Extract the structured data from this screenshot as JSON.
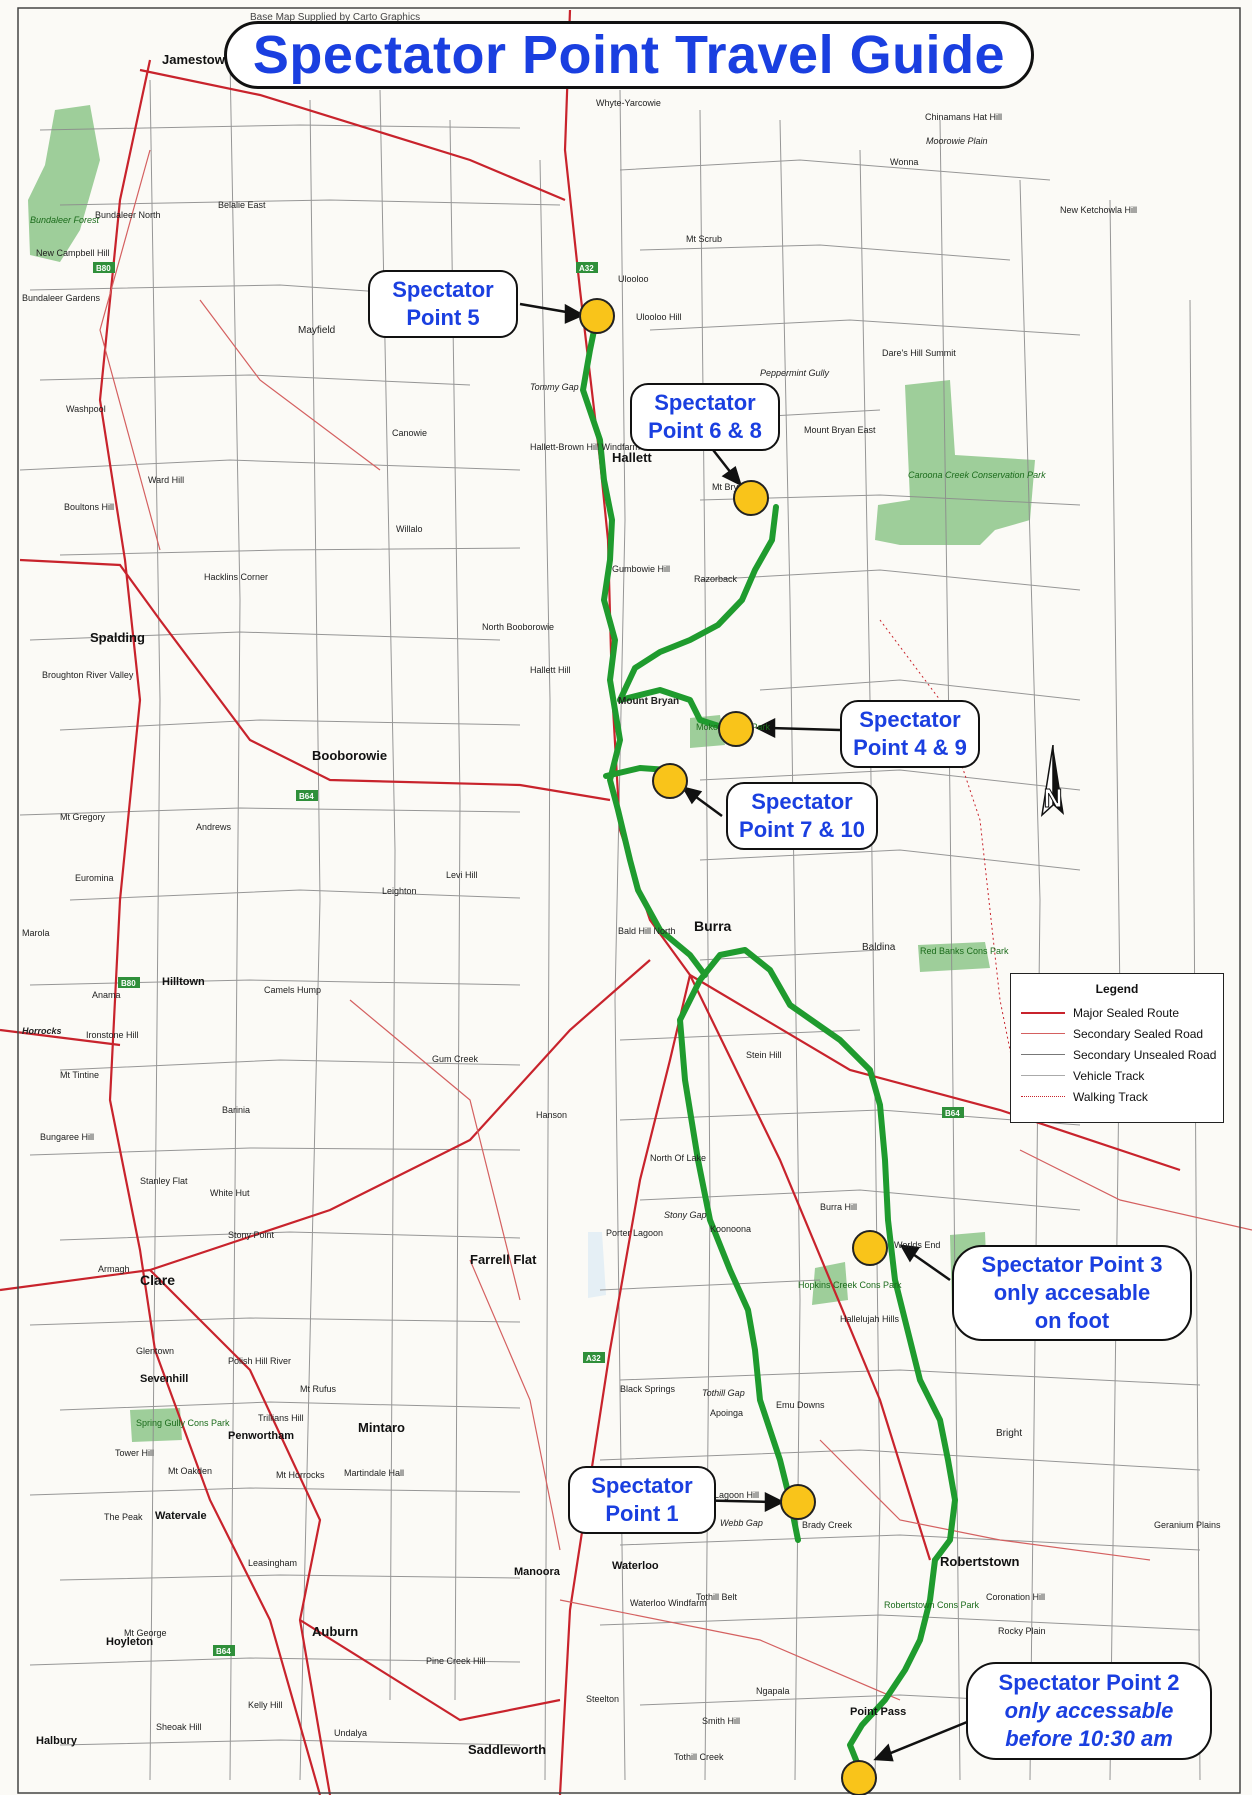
{
  "title": "Spectator Point Travel Guide",
  "credit": "Base Map Supplied by Carto Graphics",
  "callouts": {
    "sp5": [
      "Spectator",
      "Point 5"
    ],
    "sp68": [
      "Spectator",
      "Point 6 & 8"
    ],
    "sp49": [
      "Spectator",
      "Point 4 & 9"
    ],
    "sp710": [
      "Spectator",
      "Point 7 & 10"
    ],
    "sp3": [
      "Spectator Point 3",
      "only accesable",
      "on foot"
    ],
    "sp1": [
      "Spectator",
      "Point 1"
    ],
    "sp2": [
      "Spectator Point 2",
      "only accessable",
      "before 10:30 am"
    ]
  },
  "legend": {
    "title": "Legend",
    "items": [
      {
        "label": "Major Sealed Route",
        "color": "#c8232c",
        "style": "solid"
      },
      {
        "label": "Secondary Sealed Road",
        "color": "#d46060",
        "style": "solid"
      },
      {
        "label": "Secondary Unsealed Road",
        "color": "#777777",
        "style": "solid"
      },
      {
        "label": "Vehicle Track",
        "color": "#aaaaaa",
        "style": "solid"
      },
      {
        "label": "Walking Track",
        "color": "#c8232c",
        "style": "dotted"
      }
    ]
  },
  "north_label": "N",
  "route_badges": [
    "A32",
    "A32",
    "B80",
    "B80",
    "B64",
    "B64",
    "B64"
  ],
  "towns_major": [
    "Jamestown",
    "Hallett",
    "Spalding",
    "Booborowie",
    "Burra",
    "Clare",
    "Farrell Flat",
    "Mintaro",
    "Robertstown",
    "Auburn",
    "Saddleworth",
    "Manoora",
    "Waterloo",
    "Penwortham",
    "Sevenhill",
    "Watervale",
    "Hoyleton",
    "Halbury",
    "Hilltown",
    "Point Pass"
  ],
  "towns_minor": [
    "Whyte-Yarcowie",
    "Ulooloo",
    "Wonna",
    "Moorowie Plain",
    "Chinamans Hat Hill",
    "New Ketchowla Hill",
    "Mt Scrub",
    "Ulooloo Hill",
    "Dare's Hill Summit",
    "Peppermint Gully",
    "Mount Bryan East",
    "Mt Bryan",
    "Tommy Gap",
    "Hallett-Brown Hill Windfarm",
    "Canowie",
    "Mayfield",
    "Bundaleer Forest",
    "Bundaleer North",
    "New Campbell Hill",
    "Bundaleer Gardens",
    "Belalie East",
    "Washpool",
    "Ward Hill",
    "Boultons Hill",
    "Hacklins Corner",
    "Willalo",
    "Gumbowie Hill",
    "Razorback",
    "North Booborowie",
    "Hallett Hill",
    "Mount Bryan",
    "Mokota Cons Park",
    "Caroona Creek Conservation Park",
    "Broughton River Valley",
    "Andrews",
    "Mt Gregory",
    "Euromina",
    "Marola",
    "Levi Hill",
    "Leighton",
    "Bald Hill North",
    "Baldina",
    "Red Banks Cons Park",
    "Anama",
    "Camels Hump",
    "Stein Hill",
    "Gum Creek",
    "Hanson",
    "Horrocks",
    "Ironstone Hill",
    "Mt Tintine",
    "Bungaree Hill",
    "Stanley Flat",
    "White Hut",
    "Barinia",
    "Armagh",
    "Stony Point",
    "North Of Lake",
    "Porter Lagoon",
    "Stony Gap",
    "Koonoona",
    "Worlds End",
    "Burra Hill",
    "Hopkins Creek Cons Park",
    "Hallelujah Hills",
    "Glentown",
    "Polish Hill River",
    "Mt Rufus",
    "Trillians Hill",
    "Black Springs",
    "Tothill Gap",
    "Emu Downs",
    "Apoinga",
    "Bright",
    "Spring Gully Cons Park",
    "Tower Hill",
    "Mt Horrocks",
    "Martindale Hall",
    "Mt Oakden",
    "The Peak",
    "Lagoon Hill",
    "Brady Creek",
    "Webb Gap",
    "Geranium Plains",
    "Leasingham",
    "Tothill Belt",
    "Waterloo Windfarm",
    "Coronation Hill",
    "Rocky Plain",
    "Pine Creek Hill",
    "Undalya",
    "Sheoak Hill",
    "Ngapala",
    "Smith Hill",
    "Tothill Creek",
    "Steelton",
    "Mt George",
    "Kelly Hill",
    "Robertstown Cons Park"
  ]
}
